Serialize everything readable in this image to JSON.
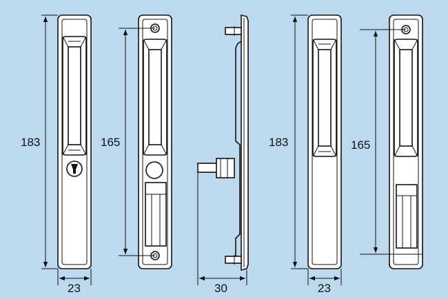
{
  "background_color": "#bcd9ee",
  "line_color": "#111111",
  "dimensions": {
    "view1_height": "183",
    "view1_width": "23",
    "view2_height": "165",
    "side_depth": "30",
    "view4_height": "183",
    "view4_width": "23",
    "view5_height": "165"
  }
}
